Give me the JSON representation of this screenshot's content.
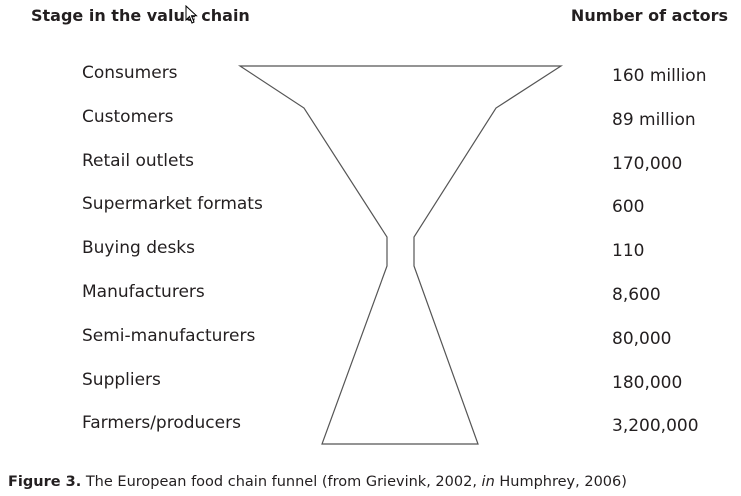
{
  "header": {
    "stage_label": "Stage in the value chain",
    "count_label": "Number of actors"
  },
  "stages": [
    {
      "name": "Consumers",
      "count": "160 million"
    },
    {
      "name": "Customers",
      "count": "89 million"
    },
    {
      "name": "Retail outlets",
      "count": "170,000"
    },
    {
      "name": "Supermarket formats",
      "count": "600"
    },
    {
      "name": "Buying desks",
      "count": "110"
    },
    {
      "name": "Manufacturers",
      "count": "8,600"
    },
    {
      "name": "Semi-manufacturers",
      "count": "80,000"
    },
    {
      "name": "Suppliers",
      "count": "180,000"
    },
    {
      "name": "Farmers/producers",
      "count": "3,200,000"
    }
  ],
  "caption": {
    "figure": "Figure 3.",
    "text_before": " The European food chain funnel (from Grievink, 2002, ",
    "italic": "in",
    "text_after": " Humphrey, 2006)"
  },
  "colors": {
    "line": "#555555",
    "text": "#231f20"
  }
}
